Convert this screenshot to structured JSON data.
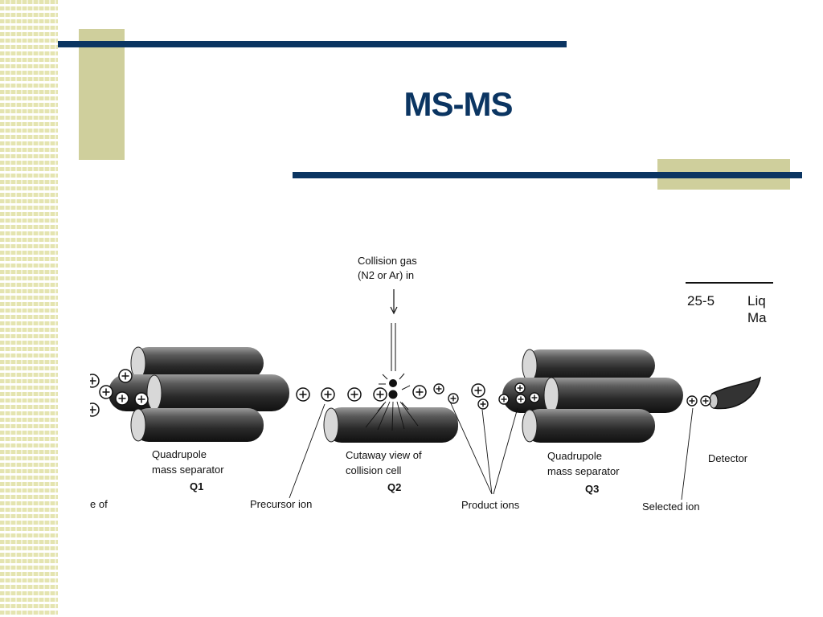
{
  "slide": {
    "title": "MS-MS",
    "colors": {
      "accent_navy": "#0b3562",
      "accent_tan": "#cfcf9c"
    }
  },
  "figure": {
    "collision_gas_label_line1": "Collision gas",
    "collision_gas_label_line2": "(N2 or Ar) in",
    "figure_number": "25-5",
    "cut_text_1": "Liq",
    "cut_text_2": "Ma",
    "left_cut_text": "e of",
    "q1_label_line1": "Quadrupole",
    "q1_label_line2": "mass separator",
    "q1_code": "Q1",
    "q2_label_line1": "Cutaway view of",
    "q2_label_line2": "collision cell",
    "q2_code": "Q2",
    "q3_label_line1": "Quadrupole",
    "q3_label_line2": "mass separator",
    "q3_code": "Q3",
    "detector_label": "Detector",
    "precursor_label": "Precursor ion",
    "product_label": "Product ions",
    "selected_label": "Selected ion"
  }
}
